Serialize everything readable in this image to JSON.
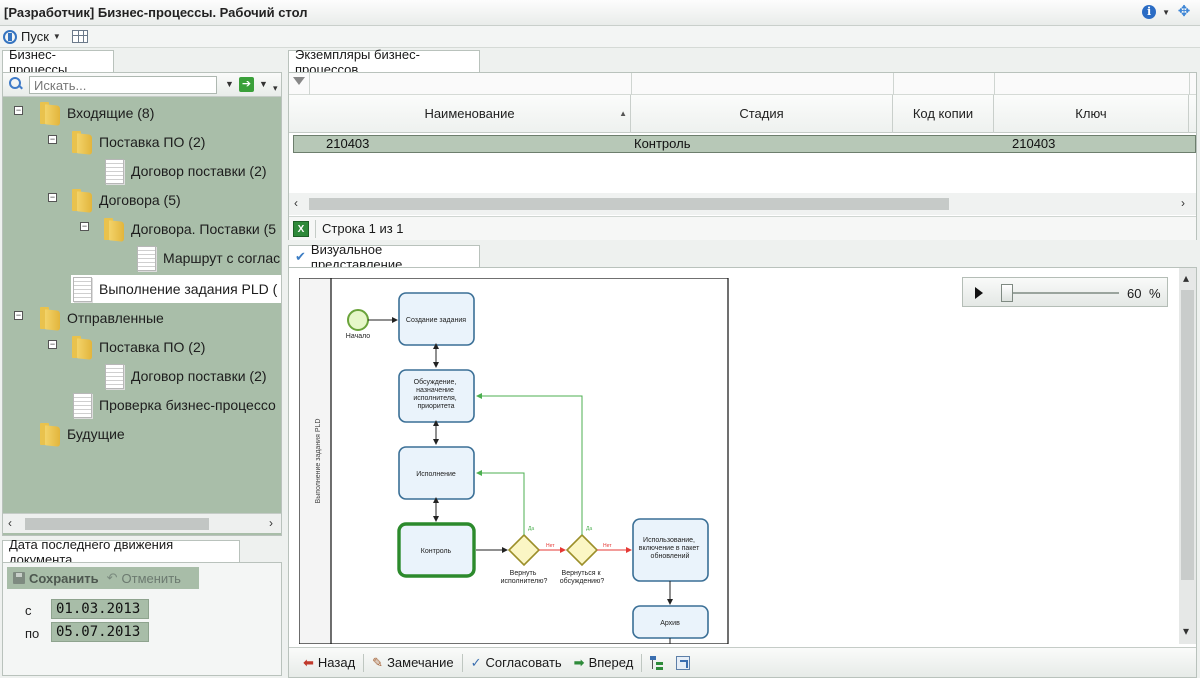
{
  "window": {
    "title": "[Разработчик] Бизнес-процессы. Рабочий стол"
  },
  "menu": {
    "start_label": "Пуск"
  },
  "left": {
    "tab_label": "Бизнес-процессы",
    "search_placeholder": "Искать...",
    "tree": [
      {
        "label": "Входящие (8)",
        "type": "folder",
        "expanded": true
      },
      {
        "label": "Поставка ПО (2)",
        "type": "folder",
        "expanded": true
      },
      {
        "label": "Договор поставки (2)",
        "type": "doc"
      },
      {
        "label": "Договора (5)",
        "type": "folder",
        "expanded": true
      },
      {
        "label": "Договора. Поставки (5",
        "type": "folder",
        "expanded": true
      },
      {
        "label": "Маршрут с соглас",
        "type": "doc"
      },
      {
        "label": "Выполнение задания PLD (",
        "type": "doc",
        "selected": true
      },
      {
        "label": "Отправленные",
        "type": "folder",
        "expanded": true
      },
      {
        "label": "Поставка ПО (2)",
        "type": "folder",
        "expanded": true
      },
      {
        "label": "Договор поставки (2)",
        "type": "doc"
      },
      {
        "label": "Проверка бизнес-процессо",
        "type": "doc"
      },
      {
        "label": "Будущие",
        "type": "folder"
      }
    ]
  },
  "date_panel": {
    "tab_label": "Дата последнего движения документа",
    "save_label": "Сохранить",
    "undo_label": "Отменить",
    "from_label": "с",
    "from_value": "01.03.2013",
    "to_label": "по",
    "to_value": "05.07.2013"
  },
  "instances": {
    "tab_label": "Экземпляры бизнес-процессов",
    "columns": [
      "Наименование",
      "Стадия",
      "Код копии",
      "Ключ"
    ],
    "rows": [
      {
        "name": "210403",
        "stage": "Контроль",
        "copy_code": "",
        "key": "210403"
      }
    ],
    "status_text": "Строка 1 из 1"
  },
  "visual": {
    "tab_label": "Визуальное представление",
    "zoom_value": "60",
    "zoom_unit": "%",
    "zoom_level": 0.0,
    "toolbar": {
      "back": "Назад",
      "remark": "Замечание",
      "approve": "Согласовать",
      "forward": "Вперед"
    },
    "diagram": {
      "lane_label": "Выполнение задания PLD",
      "start_label": "Начало",
      "tasks": {
        "create": "Создание задания",
        "discuss": [
          "Обсуждение,",
          "назначение",
          "исполнителя,",
          "приоритета"
        ],
        "execute": "Исполнение",
        "control": "Контроль",
        "use": [
          "Использование,",
          "включение в пакет",
          "обновлений"
        ],
        "archive": "Архив"
      },
      "gateways": {
        "g1": [
          "Вернуть",
          "исполнителю?"
        ],
        "g2": [
          "Вернуться к",
          "обсуждению?"
        ],
        "yes": "Да",
        "no": "Нет"
      }
    }
  },
  "colors": {
    "panel_green": "#a9bea9",
    "selection_row": "#b7c8b7",
    "task_border": "#3a6f96",
    "task_fill": "#eaf3fb",
    "active_task_border": "#2c8a2c",
    "gateway_fill": "#fbf6c4",
    "gateway_border": "#9c8f2a",
    "yes_flow": "#4caf50",
    "no_flow": "#e53935"
  }
}
